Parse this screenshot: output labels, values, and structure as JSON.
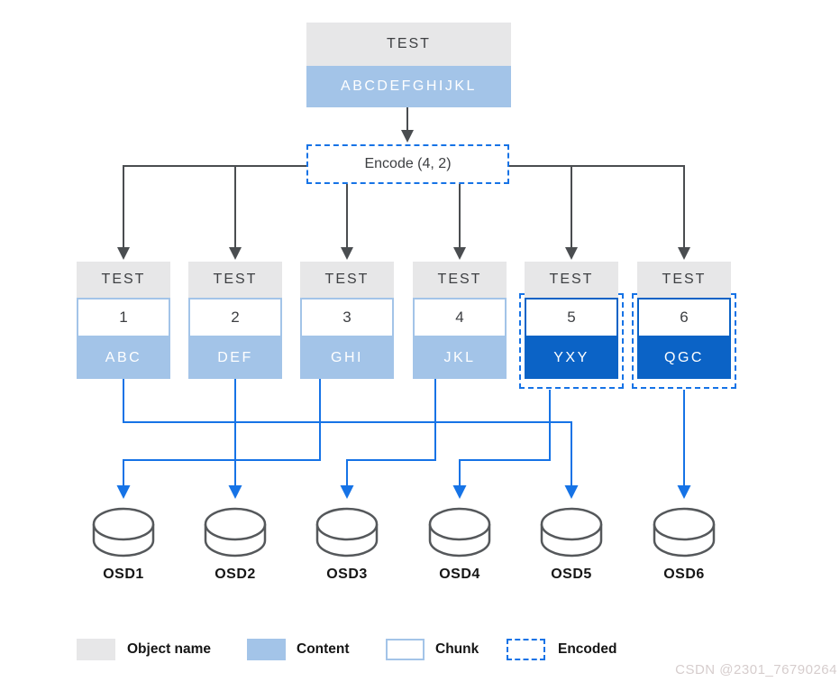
{
  "diagram": {
    "title_object": {
      "name": "TEST",
      "content": "ABCDEFGHIJKL"
    },
    "encode_label": "Encode (4, 2)",
    "chunks": [
      {
        "name": "TEST",
        "number": "1",
        "content": "ABC",
        "encoded": false,
        "target_osd": "OSD5"
      },
      {
        "name": "TEST",
        "number": "2",
        "content": "DEF",
        "encoded": false,
        "target_osd": "OSD2"
      },
      {
        "name": "TEST",
        "number": "3",
        "content": "GHI",
        "encoded": false,
        "target_osd": "OSD1"
      },
      {
        "name": "TEST",
        "number": "4",
        "content": "JKL",
        "encoded": false,
        "target_osd": "OSD3"
      },
      {
        "name": "TEST",
        "number": "5",
        "content": "YXY",
        "encoded": true,
        "target_osd": "OSD4"
      },
      {
        "name": "TEST",
        "number": "6",
        "content": "QGC",
        "encoded": true,
        "target_osd": "OSD6"
      }
    ],
    "osds": [
      "OSD1",
      "OSD2",
      "OSD3",
      "OSD4",
      "OSD5",
      "OSD6"
    ],
    "legend": [
      {
        "label": "Object name"
      },
      {
        "label": "Content"
      },
      {
        "label": "Chunk"
      },
      {
        "label": "Encoded"
      }
    ],
    "watermark": "CSDN @2301_76790264",
    "colors": {
      "object_name_bg": "#e7e7e8",
      "content_bg": "#a3c4e8",
      "encoded_chunk_bg": "#0b63c6",
      "dashed_and_line_blue": "#1673e6",
      "arrow_gray": "#4a4d50",
      "text_dark": "#3d3f42"
    }
  }
}
